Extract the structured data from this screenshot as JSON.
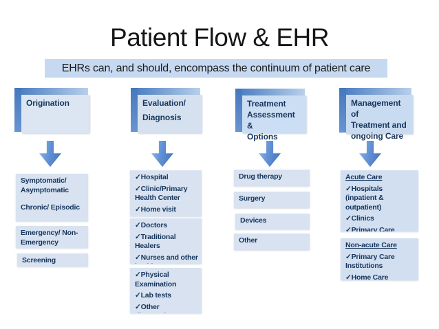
{
  "title": "Patient Flow & EHR",
  "subtitle": "EHRs can, and should, encompass the continuum of patient care",
  "palette": {
    "accent_blue": "#4478bd",
    "accent_blue_light": "#b8d0ec",
    "arrow_blue": "#6391d6",
    "header_body_bg": "#d6e1f0",
    "item_box_bg": "#d8e2f0",
    "subtitle_bg": "#c6d9f1",
    "text_navy": "#17365d"
  },
  "columns": [
    {
      "header_lines": [
        "Origination"
      ],
      "boxes": [
        {
          "items": [
            "Symptomatic/ Asymptomatic",
            "Chronic/ Episodic"
          ]
        },
        {
          "items": [
            "Emergency/ Non-Emergency"
          ]
        },
        {
          "items": [
            "Screening"
          ]
        }
      ]
    },
    {
      "header_lines": [
        "Evaluation/",
        "Diagnosis"
      ],
      "boxes": [
        {
          "items": [
            "✓Hospital",
            "✓Clinic/Primary Health Center",
            "✓Home visit"
          ]
        },
        {
          "items": [
            "✓Doctors",
            "✓Traditional Healers",
            "✓Nurses and other healthcare providers"
          ]
        },
        {
          "items": [
            "✓Physical Examination",
            "✓Lab tests",
            "✓Other diagnostics"
          ]
        }
      ]
    },
    {
      "header_lines": [
        "Treatment",
        "Assessment &",
        "Options"
      ],
      "boxes": [
        {
          "items": [
            "Drug therapy"
          ]
        },
        {
          "items": [
            "Surgery"
          ]
        },
        {
          "items": [
            "Devices"
          ]
        },
        {
          "items": [
            "Other"
          ]
        }
      ]
    },
    {
      "header_lines": [
        "Management of",
        "Treatment and",
        "ongoing Care"
      ],
      "boxes": [
        {
          "heading": "Acute Care",
          "items": [
            "✓Hospitals (inpatient & outpatient)",
            "✓Clinics",
            "✓Primary Care Institutions"
          ]
        },
        {
          "heading": "Non-acute Care",
          "items": [
            "✓Primary Care Institutions",
            "✓Home Care"
          ]
        }
      ]
    }
  ]
}
